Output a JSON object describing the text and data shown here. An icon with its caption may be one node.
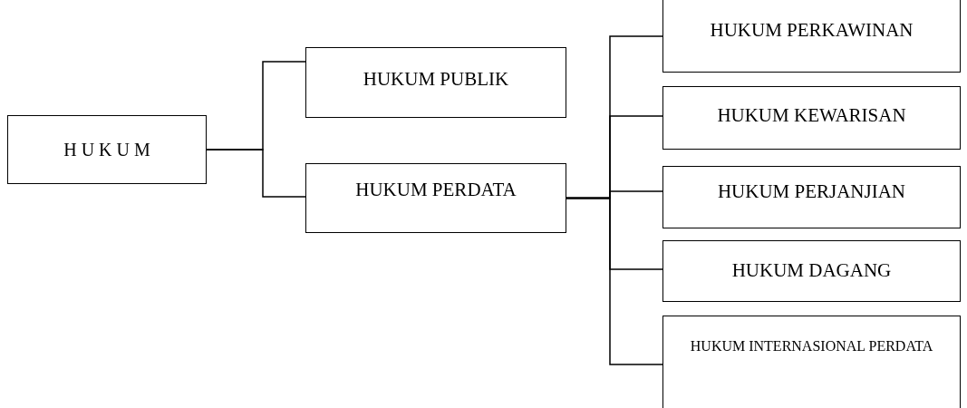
{
  "diagram": {
    "nodes": [
      {
        "text": [
          "H U K U M"
        ]
      },
      {
        "text": [
          "HUKUM PUBLIK"
        ]
      },
      {
        "text": [
          "HUKUM PERDATA"
        ]
      },
      {
        "text": [
          "HUKUM PERKAWINAN"
        ]
      },
      {
        "text": [
          "HUKUM KEWARISAN"
        ]
      },
      {
        "text": [
          "HUKUM PERJANJIAN"
        ]
      },
      {
        "text": [
          "HUKUM DAGANG"
        ]
      },
      {
        "text": [
          "HUKUM INTERNASIONAL PERDATA"
        ]
      }
    ],
    "edges": [
      {
        "from": 0,
        "to": 1,
        "arrow": "none"
      },
      {
        "from": 0,
        "to": 2,
        "arrow": "none"
      },
      {
        "from": 2,
        "to": 3,
        "arrow": "none"
      },
      {
        "from": 2,
        "to": 4,
        "arrow": "none"
      },
      {
        "from": 2,
        "to": 5,
        "arrow": "none"
      },
      {
        "from": 2,
        "to": 6,
        "arrow": "none"
      },
      {
        "from": 2,
        "to": 7,
        "arrow": "none"
      }
    ]
  }
}
